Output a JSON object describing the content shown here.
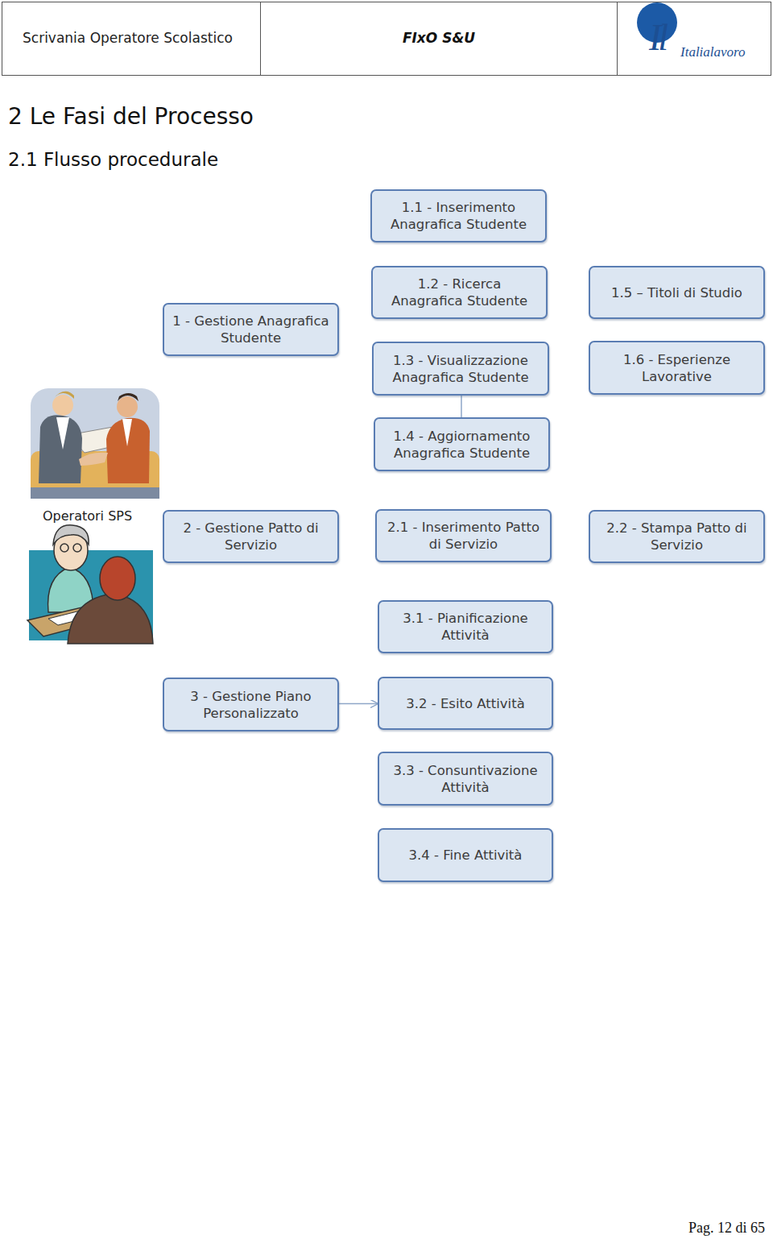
{
  "diagram": {
    "title": "2 Le Fasi del Processo",
    "nodes": [
      {
        "text": [
          "1.1 - Inserimento Anagrafica Studente"
        ]
      },
      {
        "text": [
          "1.2 - Ricerca Anagrafica Studente"
        ]
      },
      {
        "text": [
          "1.5 – Titoli di Studio"
        ]
      },
      {
        "text": [
          "1 - Gestione Anagrafica Studente"
        ]
      },
      {
        "text": [
          "1.3 - Visualizzazione Anagrafica Studente"
        ]
      },
      {
        "text": [
          "1.6 - Esperienze Lavorative"
        ]
      },
      {
        "text": [
          "1.4 - Aggiornamento Anagrafica Studente"
        ]
      },
      {
        "text": [
          "2 - Gestione Patto di Servizio"
        ]
      },
      {
        "text": [
          "2.1 - Inserimento Patto di Servizio"
        ]
      },
      {
        "text": [
          "2.2 - Stampa Patto di Servizio"
        ]
      },
      {
        "text": [
          "3.1 - Pianificazione Attività"
        ]
      },
      {
        "text": [
          "3 - Gestione Piano Personalizzato"
        ]
      },
      {
        "text": [
          "3.2 - Esito Attività"
        ]
      },
      {
        "text": [
          "3.3 - Consuntivazione Attività"
        ]
      },
      {
        "text": [
          "3.4 - Fine Attività"
        ]
      }
    ],
    "edges": [
      {
        "from": 4,
        "to": 6,
        "arrow": "none"
      },
      {
        "from": 11,
        "to": 12,
        "arrow": "to"
      }
    ],
    "labels": [
      "Scrivania Operatore Scolastico",
      "FIxO S&U",
      "Il",
      "Italialavoro",
      "2.1 Flusso procedurale",
      "Operatori SPS",
      "Pag. 12 di 65"
    ]
  }
}
